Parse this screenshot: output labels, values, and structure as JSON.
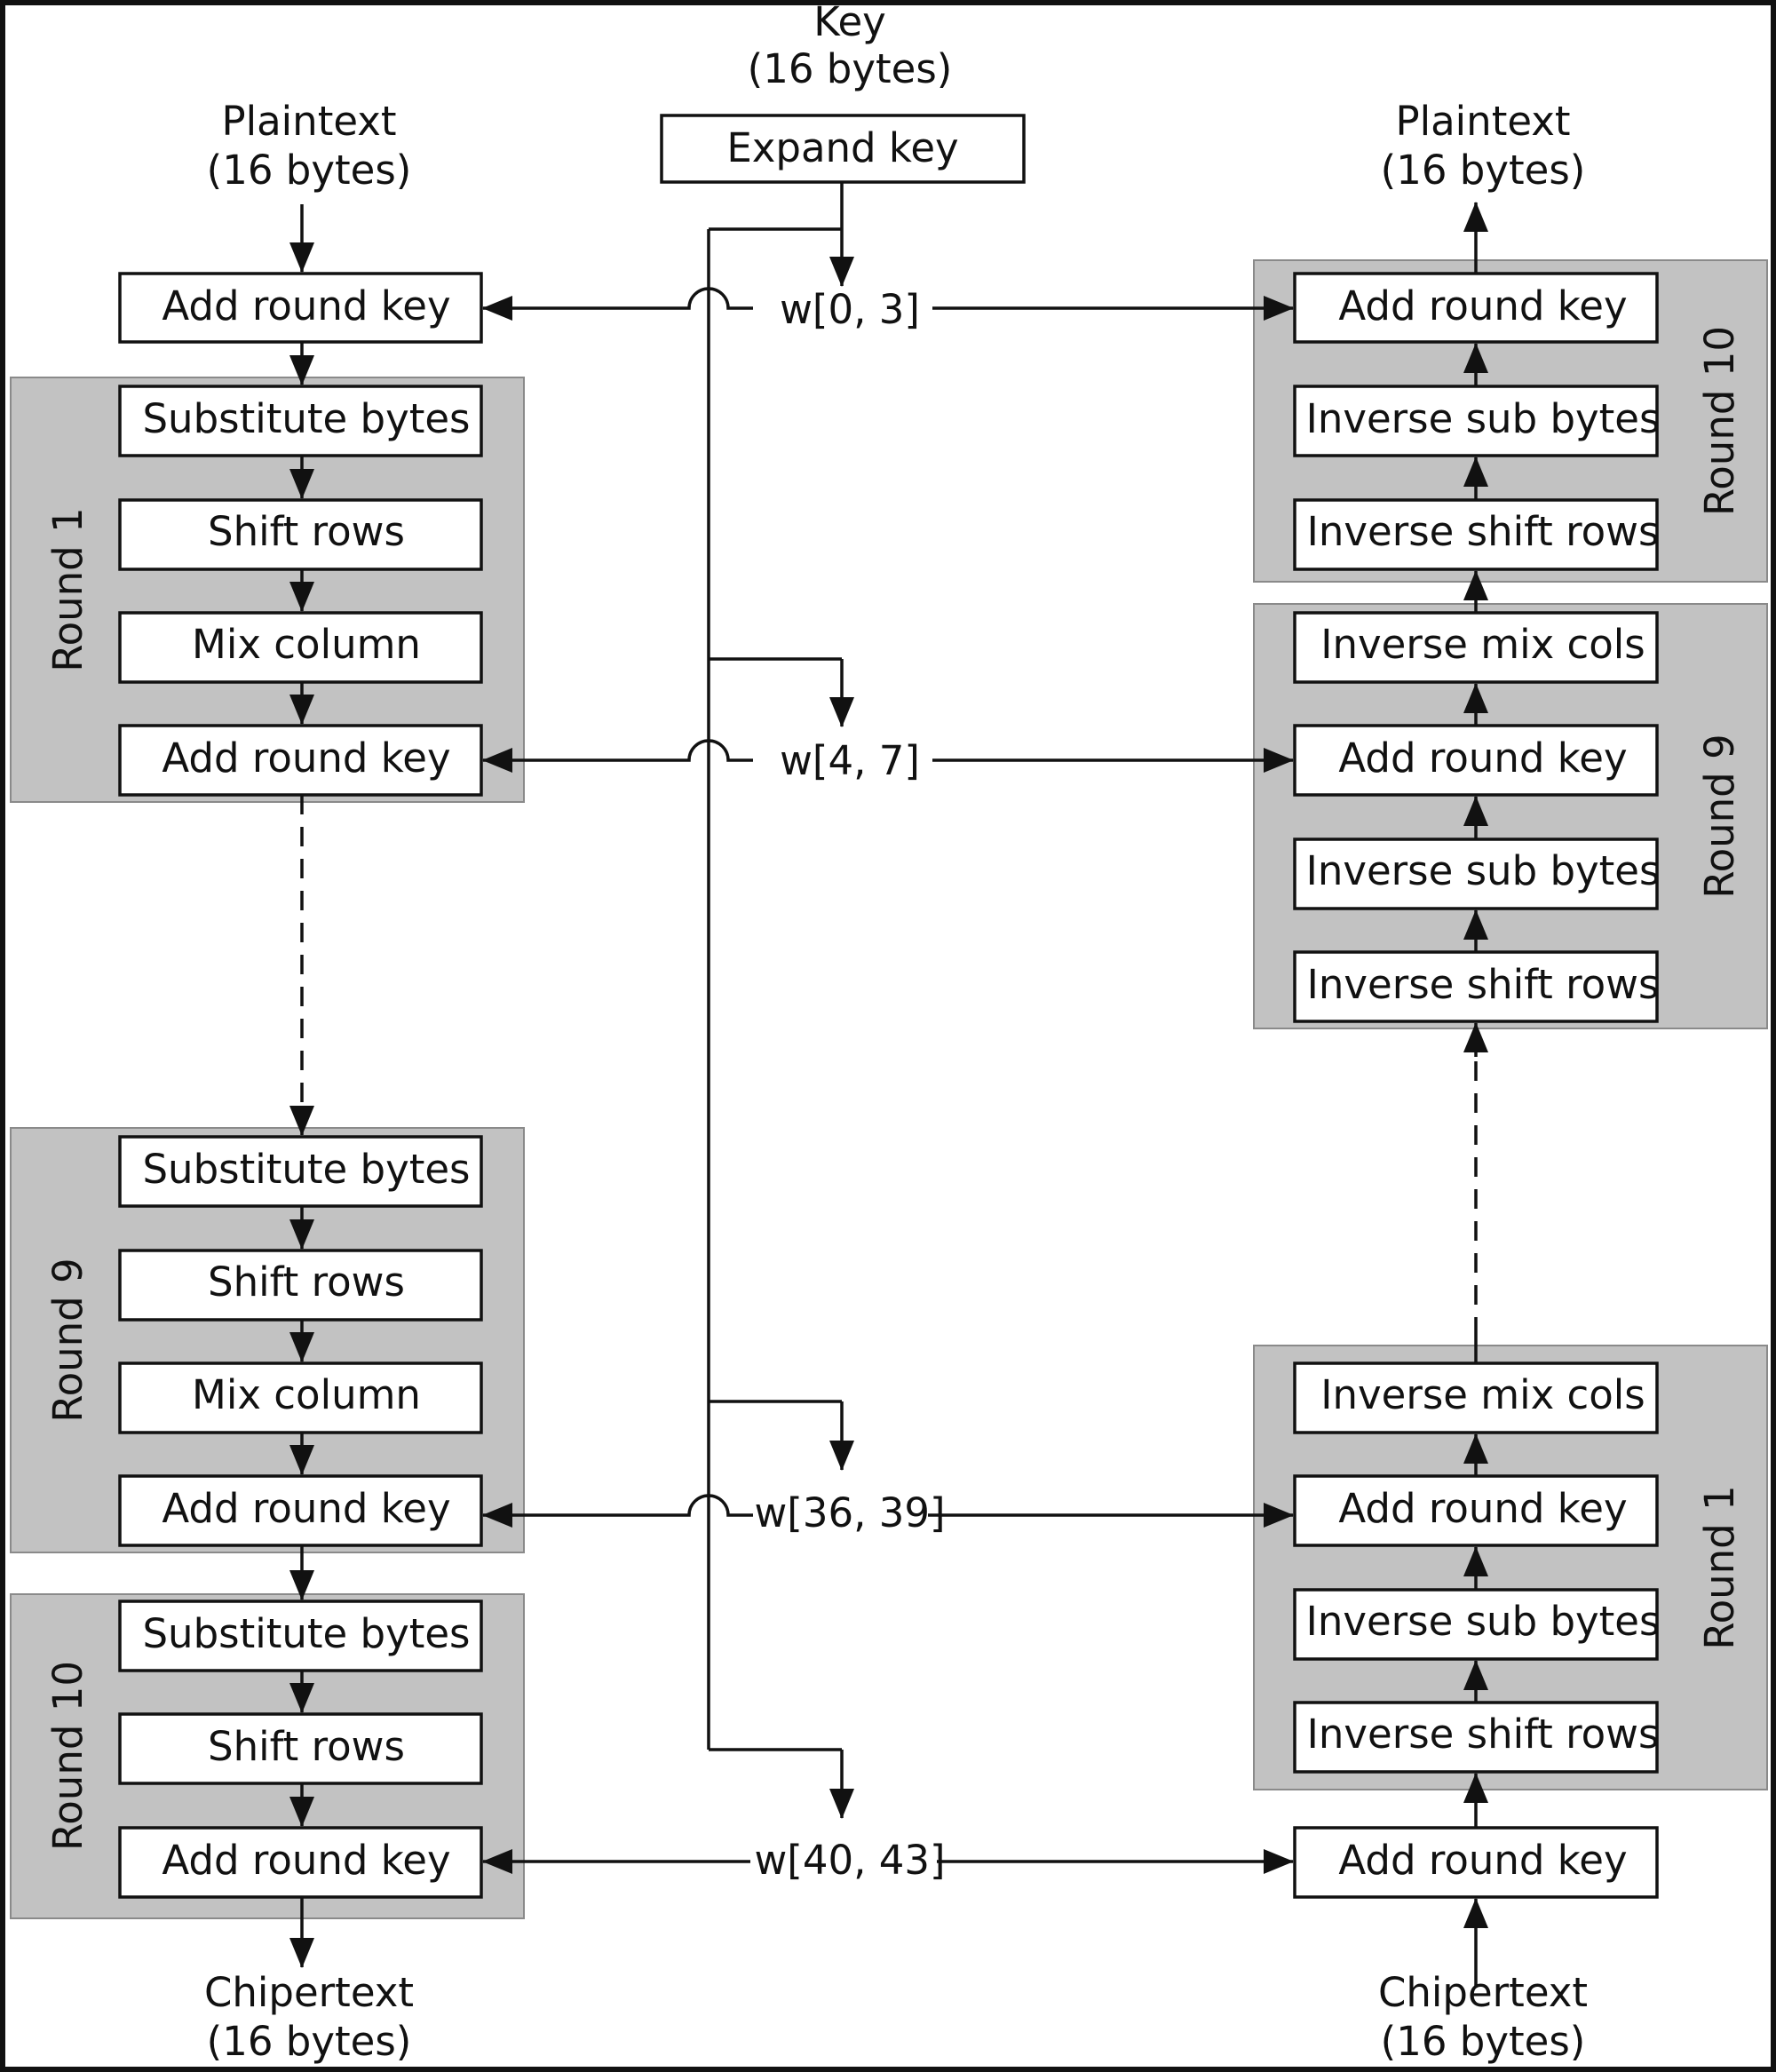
{
  "key": {
    "line1": "Key",
    "line2": "(16 bytes)",
    "expand": "Expand key"
  },
  "encryption": {
    "input": {
      "line1": "Plaintext",
      "line2": "(16 bytes)"
    },
    "initial_add": "Add round key",
    "round1": {
      "label": "Round 1",
      "steps": [
        "Substitute bytes",
        "Shift rows",
        "Mix column",
        "Add round key"
      ]
    },
    "round9": {
      "label": "Round 9",
      "steps": [
        "Substitute bytes",
        "Shift rows",
        "Mix column",
        "Add round key"
      ]
    },
    "round10": {
      "label": "Round 10",
      "steps": [
        "Substitute bytes",
        "Shift rows",
        "Add round key"
      ]
    },
    "output": {
      "line1": "Chipertext",
      "line2": "(16 bytes)"
    }
  },
  "decryption": {
    "output": {
      "line1": "Plaintext",
      "line2": "(16 bytes)"
    },
    "round10": {
      "label": "Round 10",
      "steps": [
        "Add round key",
        "Inverse sub bytes",
        "Inverse shift rows"
      ]
    },
    "round9": {
      "label": "Round 9",
      "steps": [
        "Inverse mix cols",
        "Add round key",
        "Inverse sub bytes",
        "Inverse shift rows"
      ]
    },
    "round1": {
      "label": "Round 1",
      "steps": [
        "Inverse mix cols",
        "Add round key",
        "Inverse sub bytes",
        "Inverse shift rows"
      ]
    },
    "initial_add": "Add round key",
    "input": {
      "line1": "Chipertext",
      "line2": "(16 bytes)"
    }
  },
  "round_keys": [
    "w[0, 3]",
    "w[4, 7]",
    "w[36, 39]",
    "w[40, 43]"
  ]
}
